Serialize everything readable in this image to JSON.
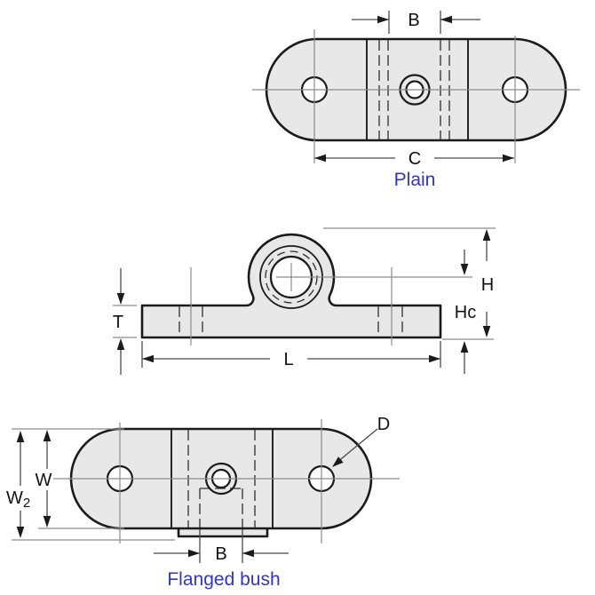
{
  "colors": {
    "background": "#ffffff",
    "fill": "#e8e8e8",
    "outline": "#1b1b1b",
    "dim": "#4a4a4a",
    "centerline": "#8c8c8c",
    "accent_blue": "#3333cc"
  },
  "views": {
    "plain": {
      "caption": "Plain",
      "dims": {
        "b": "B",
        "c": "C"
      }
    },
    "side": {
      "dims": {
        "t": "T",
        "h": "H",
        "hc": "Hc",
        "l": "L"
      }
    },
    "flanged": {
      "caption": "Flanged bush",
      "dims": {
        "w": "W",
        "w2_base": "W",
        "w2_sub": "2",
        "d": "D",
        "b": "B"
      }
    }
  }
}
